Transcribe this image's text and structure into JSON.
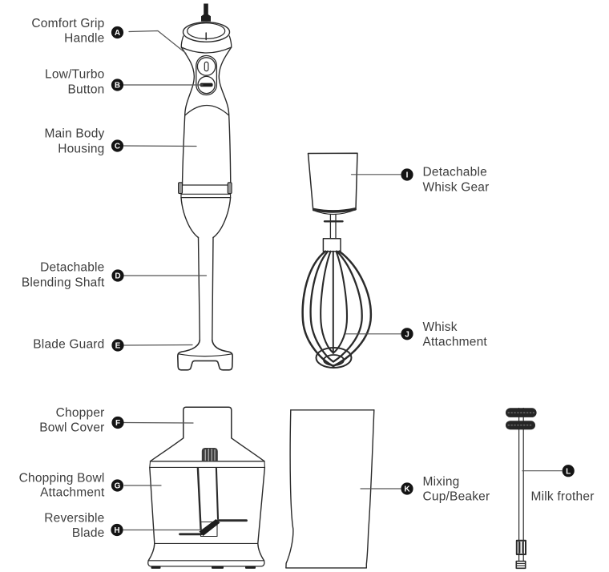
{
  "diagram_subject": "Immersion hand blender parts diagram",
  "colors": {
    "ink": "#2b2b2b",
    "label_text": "#3d3d3d",
    "leader_line": "#555555",
    "badge_bg": "#141414",
    "badge_text": "#ffffff",
    "background": "#ffffff"
  },
  "callouts": [
    {
      "letter": "A",
      "label_lines": [
        "Comfort Grip",
        "Handle"
      ]
    },
    {
      "letter": "B",
      "label_lines": [
        "Low/Turbo",
        "Button"
      ]
    },
    {
      "letter": "C",
      "label_lines": [
        "Main Body",
        "Housing"
      ]
    },
    {
      "letter": "D",
      "label_lines": [
        "Detachable",
        "Blending Shaft"
      ]
    },
    {
      "letter": "E",
      "label_lines": [
        "Blade Guard"
      ]
    },
    {
      "letter": "F",
      "label_lines": [
        "Chopper",
        "Bowl Cover"
      ]
    },
    {
      "letter": "G",
      "label_lines": [
        "Chopping Bowl",
        "Attachment"
      ]
    },
    {
      "letter": "H",
      "label_lines": [
        "Reversible",
        "Blade"
      ]
    },
    {
      "letter": "I",
      "label_lines": [
        "Detachable",
        "Whisk Gear"
      ]
    },
    {
      "letter": "J",
      "label_lines": [
        "Whisk",
        "Attachment"
      ]
    },
    {
      "letter": "K",
      "label_lines": [
        "Mixing",
        "Cup/Beaker"
      ]
    },
    {
      "letter": "L",
      "label_lines": [
        "Milk frother"
      ]
    }
  ]
}
